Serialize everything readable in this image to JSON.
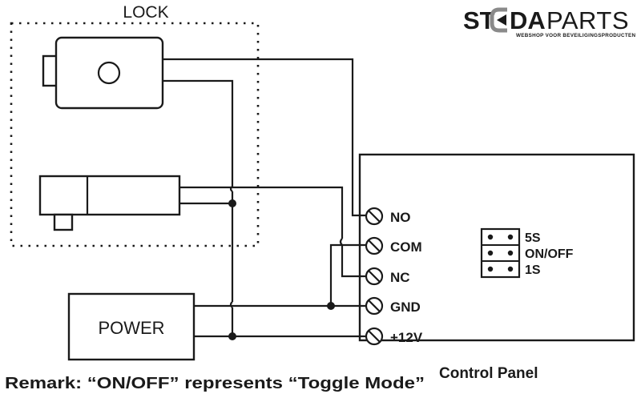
{
  "logo": {
    "part1": "ST",
    "part2": "DA",
    "part3": "PARTS",
    "tagline": "WEBSHOP VOOR BEVEILIGINGSPRODUCTEN",
    "accent_color": "#8a8a8a"
  },
  "lock": {
    "title": "LOCK"
  },
  "power": {
    "label": "POWER"
  },
  "control_panel": {
    "label": "Control Panel",
    "terminals": [
      {
        "id": "no",
        "label": "NO",
        "icon": "screw-terminal-icon"
      },
      {
        "id": "com",
        "label": "COM",
        "icon": "screw-terminal-icon"
      },
      {
        "id": "nc",
        "label": "NC",
        "icon": "screw-terminal-icon"
      },
      {
        "id": "gnd",
        "label": "GND",
        "icon": "screw-terminal-icon"
      },
      {
        "id": "v12",
        "label": "+12V",
        "icon": "screw-terminal-icon"
      }
    ],
    "jumpers": [
      {
        "label": "5S"
      },
      {
        "label": "ON/OFF"
      },
      {
        "label": "1S"
      }
    ]
  },
  "remark": "Remark: “ON/OFF” represents “Toggle Mode”",
  "colors": {
    "line": "#1a1a1a",
    "background": "#ffffff"
  }
}
